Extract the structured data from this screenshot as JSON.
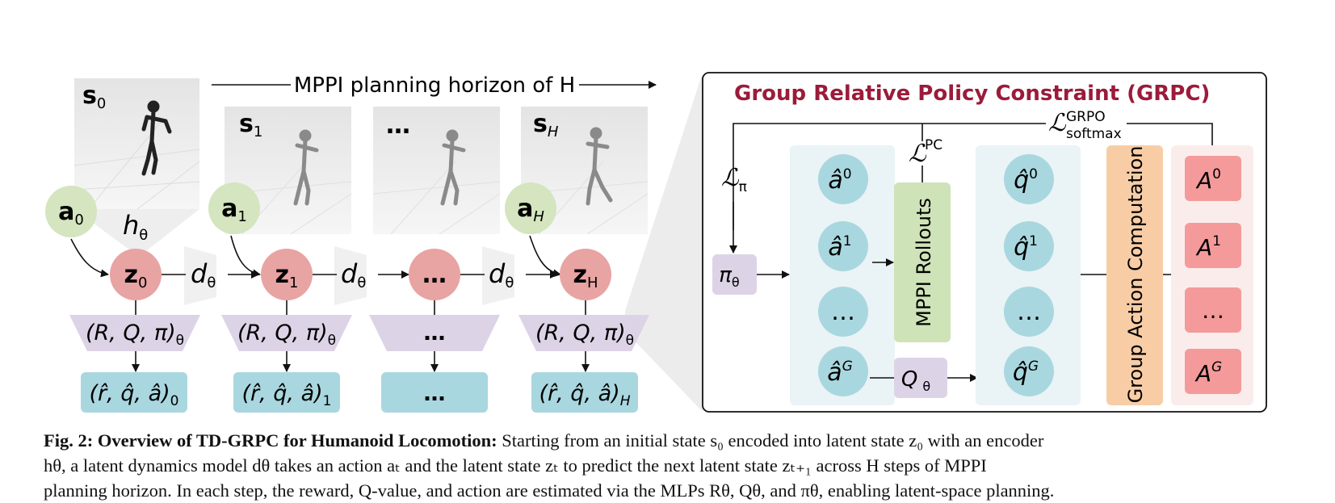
{
  "diagram": {
    "horizon_label": "MPPI planning horizon of H",
    "states": [
      {
        "main": "s",
        "sub": "0"
      },
      {
        "main": "s",
        "sub": "1"
      },
      {
        "main": "…",
        "sub": ""
      },
      {
        "main": "s",
        "sub": "H"
      }
    ],
    "actions": [
      {
        "main": "a",
        "sub": "0"
      },
      {
        "main": "a",
        "sub": "1"
      },
      {
        "main": "a",
        "sub": "H"
      }
    ],
    "encoder": {
      "main": "h",
      "sub": "θ"
    },
    "latents": [
      {
        "main": "z",
        "sub": "0"
      },
      {
        "main": "z",
        "sub": "1"
      },
      {
        "main": "…",
        "sub": ""
      },
      {
        "main": "z",
        "sub": "H"
      }
    ],
    "dynamics": {
      "main": "d",
      "sub": "θ"
    },
    "heads": [
      {
        "main": "(R, Q, π)",
        "sub": "θ"
      },
      {
        "main": "(R, Q, π)",
        "sub": "θ"
      },
      {
        "main": "…",
        "sub": ""
      },
      {
        "main": "(R, Q, π)",
        "sub": "θ"
      }
    ],
    "outputs": [
      {
        "main": "(r̂, q̂, â)",
        "sub": "0"
      },
      {
        "main": "(r̂, q̂, â)",
        "sub": "1"
      },
      {
        "main": "…",
        "sub": ""
      },
      {
        "main": "(r̂, q̂, â)",
        "sub": "H"
      }
    ]
  },
  "grpc": {
    "title": "Group Relative Policy Constraint (GRPC)",
    "loss_grpo": {
      "main": "ℒ",
      "sup": "GRPO",
      "sub": "softmax"
    },
    "loss_pc": {
      "main": "ℒ",
      "sup": "PC"
    },
    "loss_pi": {
      "main": "ℒ",
      "sub": "π"
    },
    "policy": {
      "main": "π",
      "sub": "θ"
    },
    "actions": [
      {
        "main": "â",
        "sup": "0"
      },
      {
        "main": "â",
        "sup": "1"
      },
      {
        "main": "…",
        "sup": ""
      },
      {
        "main": "â",
        "sup": "G"
      }
    ],
    "rollouts_label": "MPPI Rollouts",
    "q_func": {
      "main": "Q",
      "sub": "θ"
    },
    "qvalues": [
      {
        "main": "q̂",
        "sup": "0"
      },
      {
        "main": "q̂",
        "sup": "1"
      },
      {
        "main": "…",
        "sup": ""
      },
      {
        "main": "q̂",
        "sup": "G"
      }
    ],
    "group_label": "Group Action Computation",
    "advantages": [
      {
        "main": "A",
        "sup": "0"
      },
      {
        "main": "A",
        "sup": "1"
      },
      {
        "main": "…",
        "sup": ""
      },
      {
        "main": "A",
        "sup": "G"
      }
    ]
  },
  "caption": {
    "lead": "Fig. 2: Overview of TD-GRPC for Humanoid Locomotion:",
    "line1": "Starting from an initial state s₀ encoded into latent state z₀ with an encoder",
    "line2": "hθ, a latent dynamics model dθ takes an action aₜ and the latent state zₜ to predict the next latent state zₜ₊₁ across H steps of MPPI",
    "line3": "planning horizon. In each step, the reward, Q-value, and action are estimated via the MLPs Rθ, Qθ, and πθ, enabling latent-space planning."
  },
  "colors": {
    "latent": "#e8a3a3",
    "action": "#d4e5bf",
    "head": "#ddd3e6",
    "output": "#a9d7df",
    "grpc_title": "#9b1b3a",
    "rollouts": "#cfe3b9",
    "group": "#f8cda5",
    "advantage": "#f49a9a",
    "column": "#eaf3f6"
  }
}
